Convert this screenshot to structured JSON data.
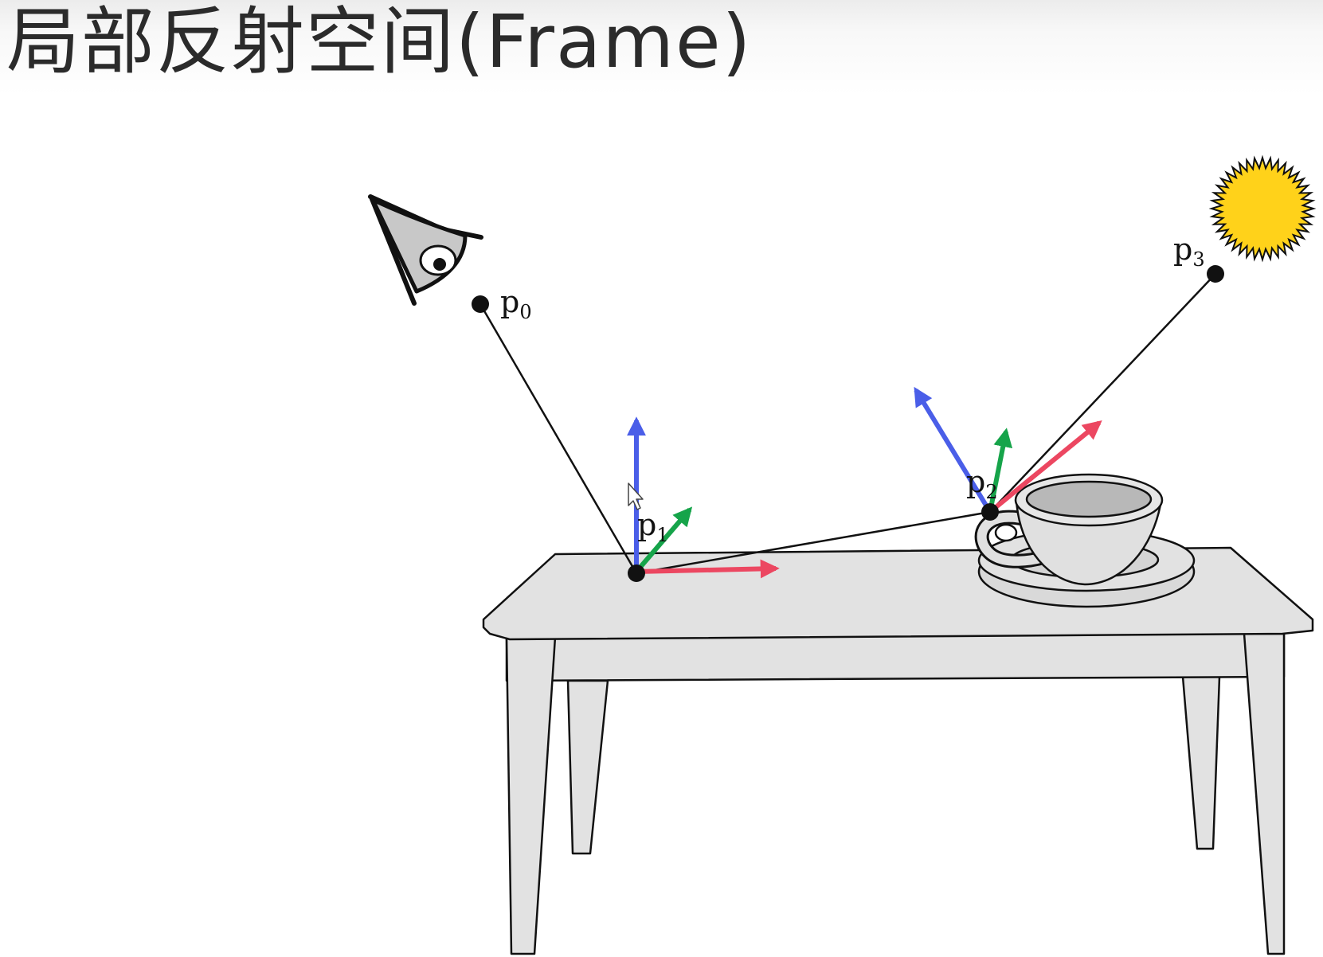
{
  "title": "局部反射空间(Frame)",
  "points": [
    {
      "id": "p0",
      "base": "p",
      "sub": "0"
    },
    {
      "id": "p1",
      "base": "p",
      "sub": "1"
    },
    {
      "id": "p2",
      "base": "p",
      "sub": "2"
    },
    {
      "id": "p3",
      "base": "p",
      "sub": "3"
    }
  ],
  "colors": {
    "ray": "#111111",
    "axis_blue": "#4a5ee8",
    "axis_green": "#16a44a",
    "axis_red": "#ec4761",
    "table_fill": "#e2e2e2",
    "cup_fill": "#e0e0e0",
    "sun_fill": "#ffd21a",
    "title_text": "#2b2b2b"
  },
  "icons": [
    "eye-icon",
    "sun-icon",
    "cursor-icon"
  ]
}
